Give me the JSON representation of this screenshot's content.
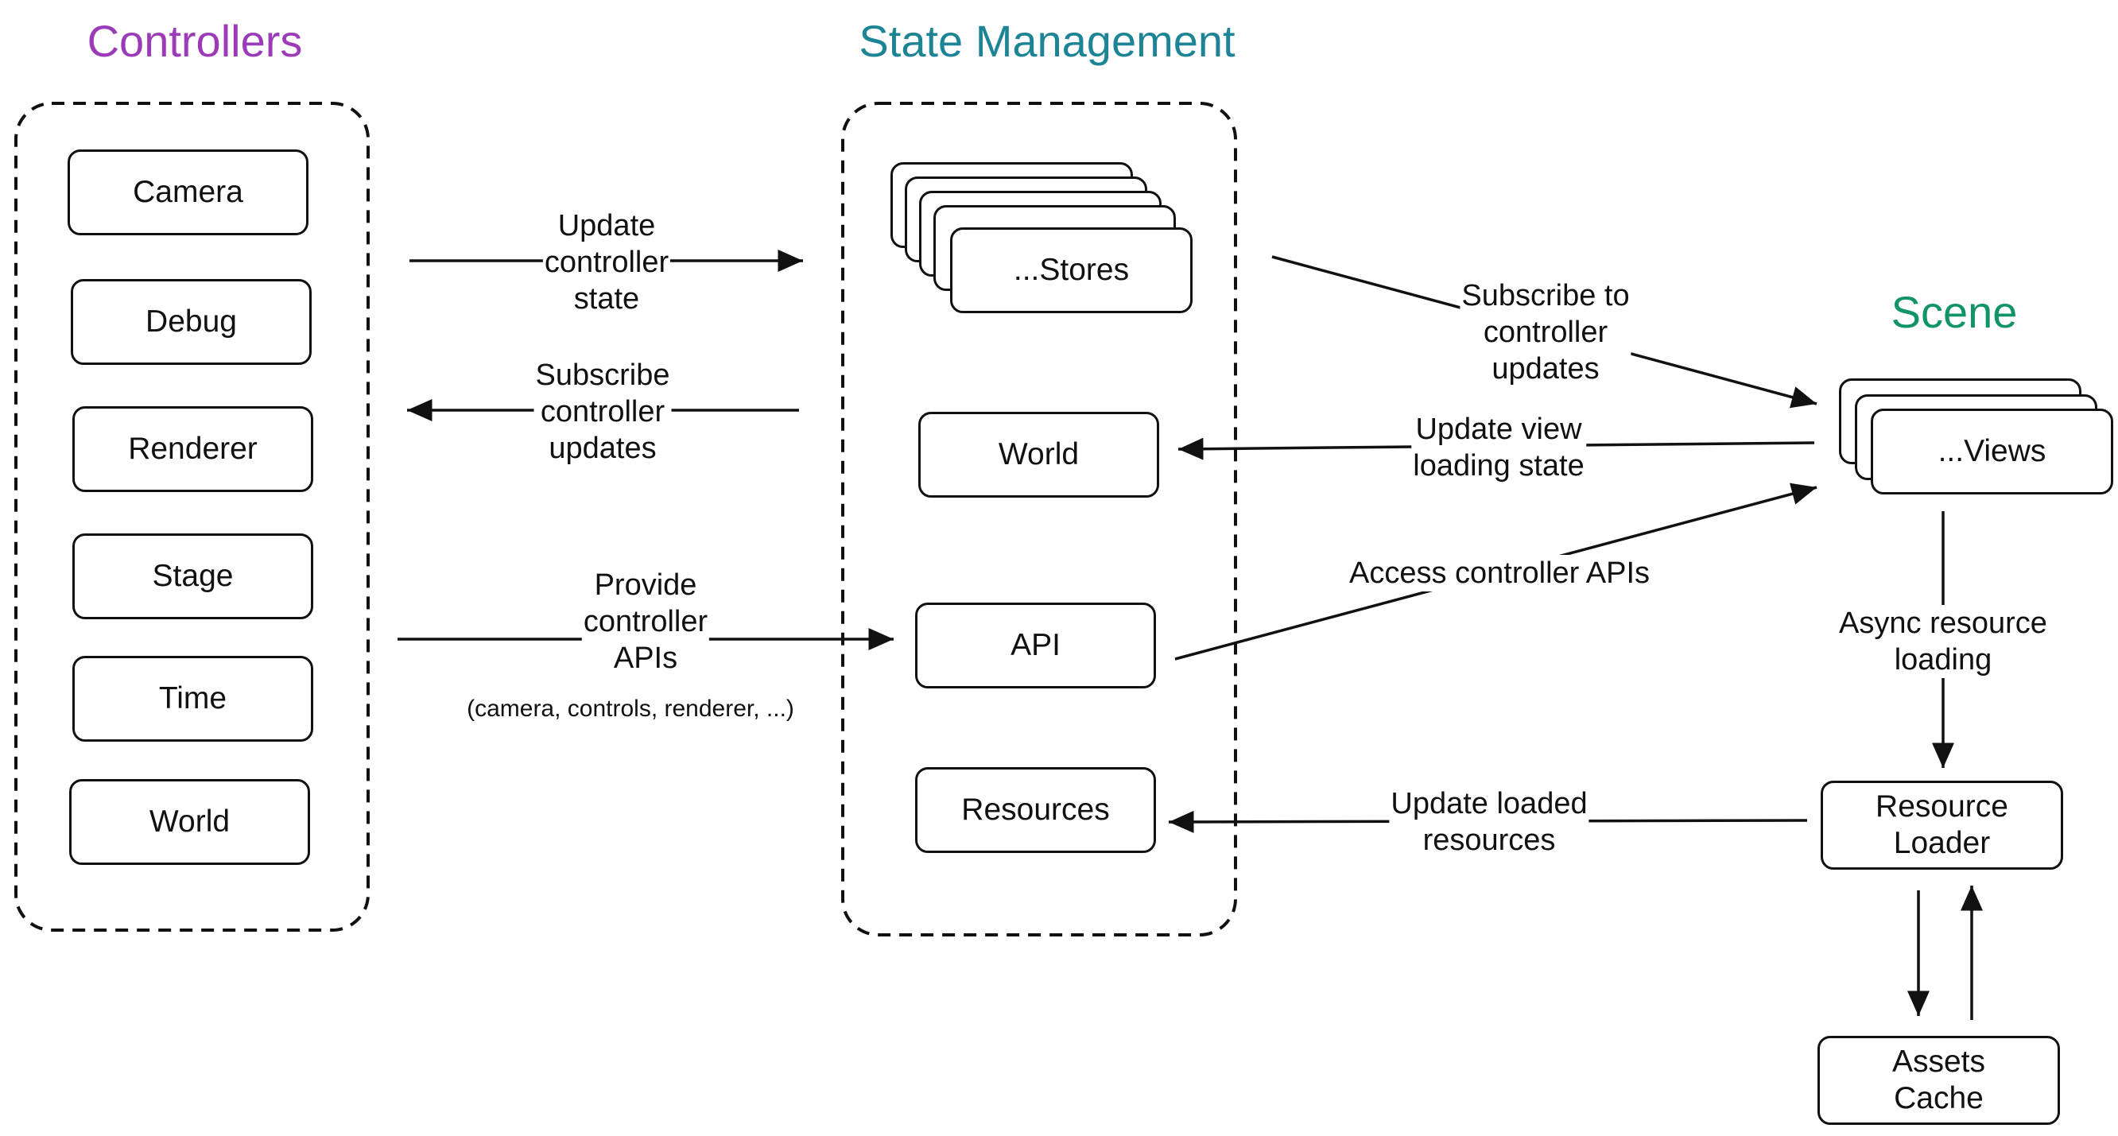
{
  "colors": {
    "controllers": "#9b3bb8",
    "state_management": "#1d8496",
    "scene": "#129469",
    "stroke": "#111111"
  },
  "groups": {
    "controllers": {
      "title": "Controllers",
      "items": [
        "Camera",
        "Debug",
        "Renderer",
        "Stage",
        "Time",
        "World"
      ]
    },
    "state_management": {
      "title": "State Management",
      "stores": "...Stores",
      "world": "World",
      "api": "API",
      "resources": "Resources"
    },
    "scene": {
      "title": "Scene",
      "views": "...Views",
      "resource_loader": "Resource\nLoader",
      "assets_cache": "Assets\nCache"
    }
  },
  "edges": {
    "update_controller_state": "Update\ncontroller\nstate",
    "subscribe_controller_updates": "Subscribe\ncontroller\nupdates",
    "provide_controller_apis": "Provide\ncontroller\nAPIs",
    "provide_controller_apis_note": "(camera, controls, renderer, ...)",
    "subscribe_to_controller_updates": "Subscribe to\ncontroller\nupdates",
    "update_view_loading_state": "Update view\nloading state",
    "access_controller_apis": "Access controller APIs",
    "async_resource_loading": "Async resource\nloading",
    "update_loaded_resources": "Update loaded\nresources"
  }
}
